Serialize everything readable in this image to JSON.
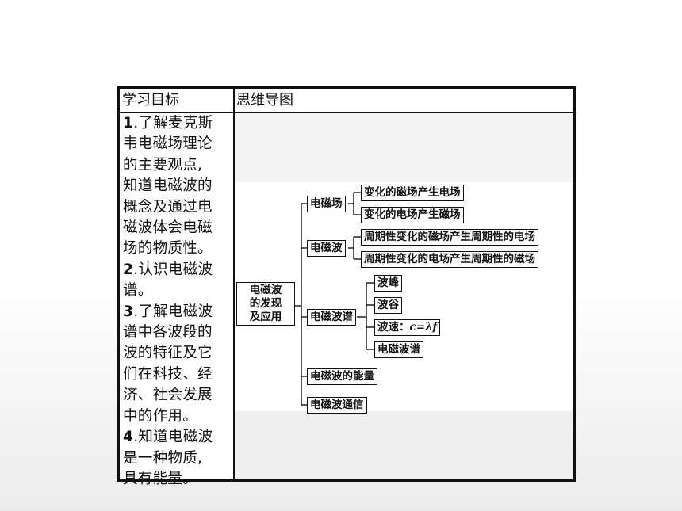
{
  "table": {
    "header_left": "学习目标",
    "header_right": "思维导图",
    "goals": [
      {
        "num": "1",
        "text": ".了解麦克斯\n韦电磁场理论\n的主要观点,\n知道电磁波的\n概念及通过电\n磁波体会电磁\n场的物质性。"
      },
      {
        "num": "2",
        "text": ".认识电磁波\n谱。"
      },
      {
        "num": "3",
        "text": ".了解电磁波\n谱中各波段的\n波的特征及它\n们在科技、经\n济、社会发展\n中的作用。"
      },
      {
        "num": "4",
        "text": ".知道电磁波\n是一种物质,\n具有能量。"
      }
    ]
  },
  "mindmap": {
    "root": "电磁波\n的发现\n及应用",
    "branches": [
      {
        "label": "电磁场",
        "children": [
          "变化的磁场产生电场",
          "变化的电场产生磁场"
        ]
      },
      {
        "label": "电磁波",
        "children": [
          "周期性变化的磁场产生周期性的电场",
          "周期性变化的电场产生周期性的磁场"
        ]
      },
      {
        "label": "电磁波谱",
        "children": [
          "波峰",
          "波谷",
          "波速：",
          "电磁波谱"
        ]
      },
      {
        "label": "电磁波的能量",
        "children": []
      },
      {
        "label": "电磁波通信",
        "children": []
      }
    ],
    "wave_speed_formula": "c=λf"
  }
}
